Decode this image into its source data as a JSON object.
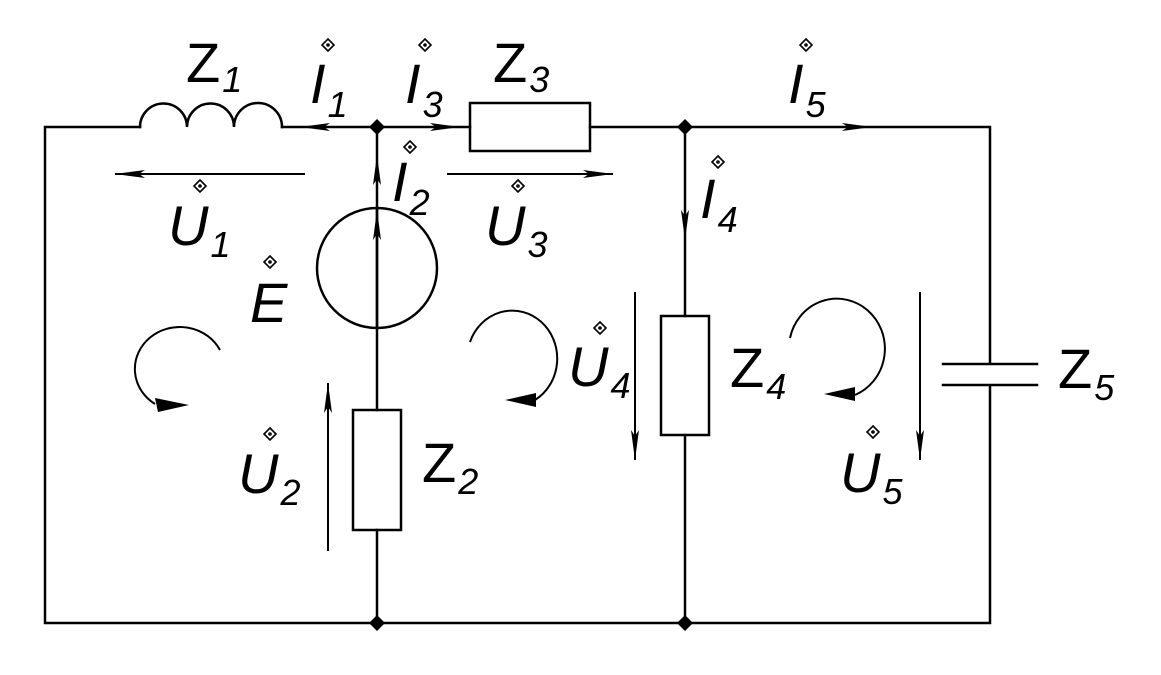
{
  "impedances": {
    "z1": {
      "sym": "Z",
      "sub": "1"
    },
    "z2": {
      "sym": "Z",
      "sub": "2"
    },
    "z3": {
      "sym": "Z",
      "sub": "3"
    },
    "z4": {
      "sym": "Z",
      "sub": "4"
    },
    "z5": {
      "sym": "Z",
      "sub": "5"
    }
  },
  "currents": {
    "i1": {
      "sym": "I",
      "sub": "1"
    },
    "i2": {
      "sym": "I",
      "sub": "2"
    },
    "i3": {
      "sym": "I",
      "sub": "3"
    },
    "i4": {
      "sym": "I",
      "sub": "4"
    },
    "i5": {
      "sym": "I",
      "sub": "5"
    }
  },
  "voltages": {
    "u1": {
      "sym": "U",
      "sub": "1"
    },
    "u2": {
      "sym": "U",
      "sub": "2"
    },
    "u3": {
      "sym": "U",
      "sub": "3"
    },
    "u4": {
      "sym": "U",
      "sub": "4"
    },
    "u5": {
      "sym": "U",
      "sub": "5"
    }
  },
  "source": {
    "sym": "E"
  }
}
